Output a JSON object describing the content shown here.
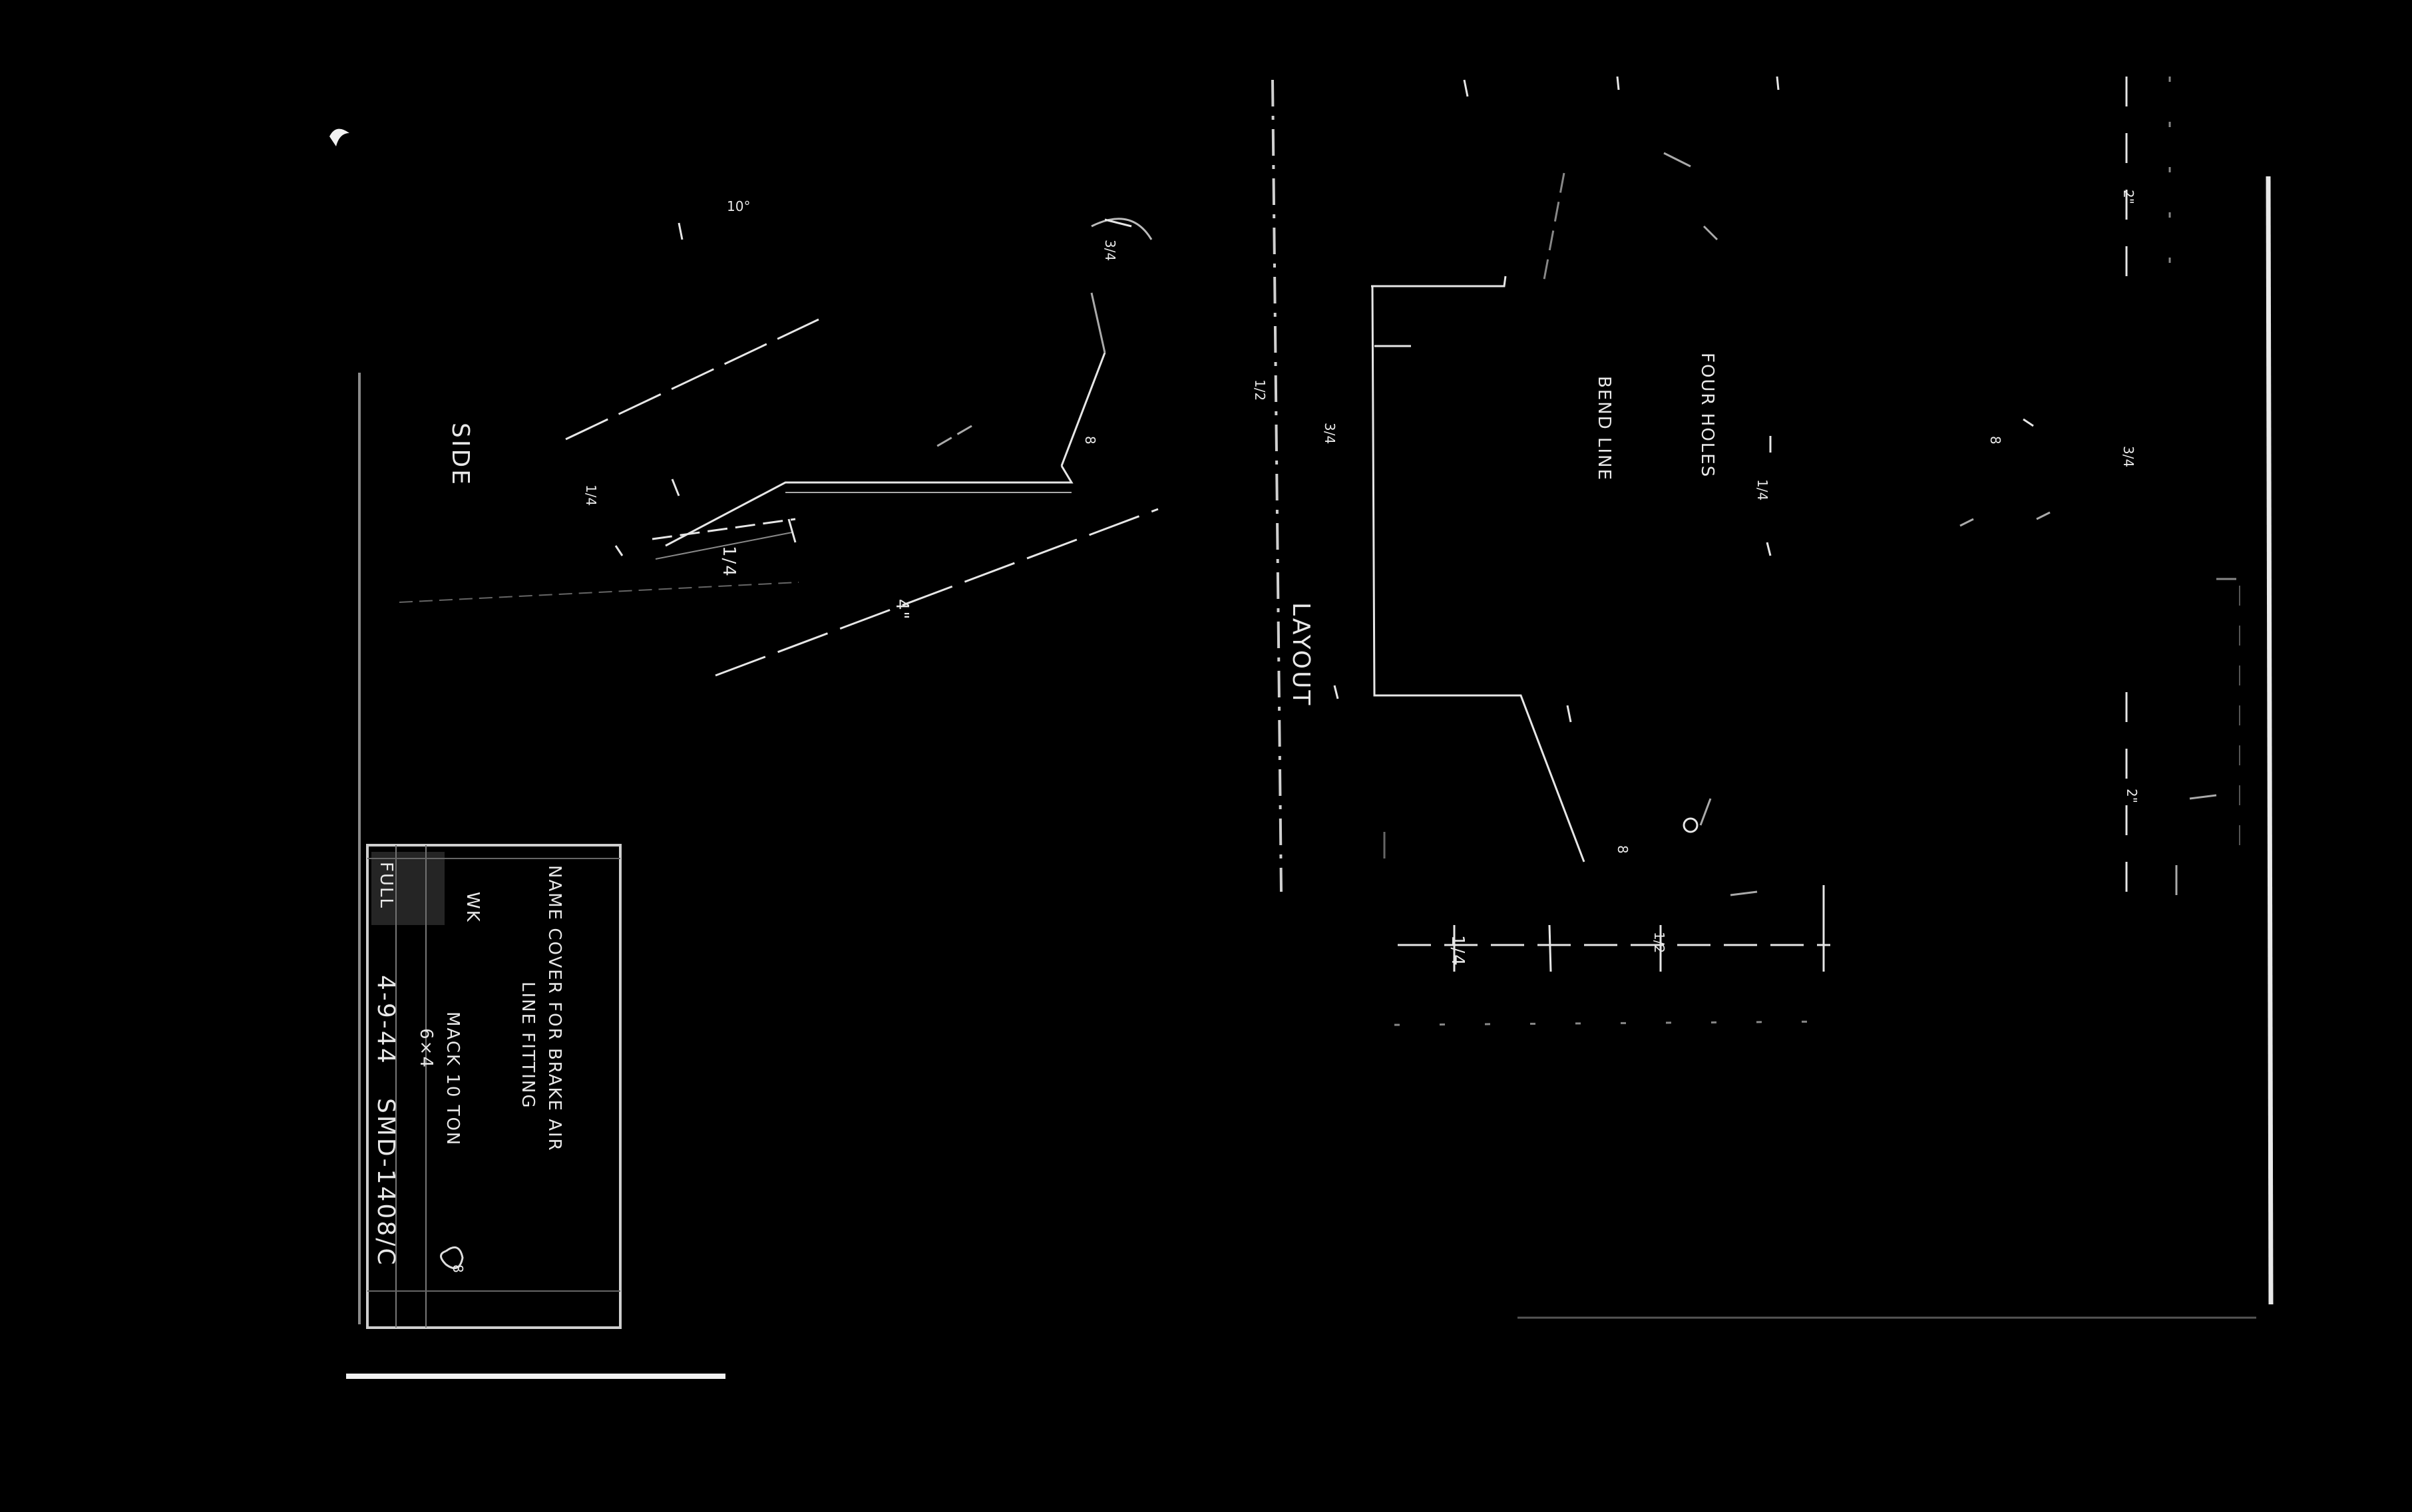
{
  "views": {
    "side_label": "SIDE",
    "layout_label": "LAYOUT"
  },
  "dimensions": {
    "side_angle": "10°",
    "side_four": "4\"",
    "side_quarter_a": "1/4",
    "side_quarter_b": "1/4",
    "side_eight": "8",
    "side_r": "3/4",
    "layout_three_quarter": "3/4",
    "layout_half": "1/2",
    "layout_holes": "FOUR HOLES",
    "layout_bend": "BEND LINE",
    "layout_quarter": "1/4",
    "layout_top_two": "2\"",
    "layout_right_two": "2\"",
    "layout_right_frac": "3/4",
    "layout_bottom_quarter": "1/4",
    "layout_bottom_half": "1/2",
    "layout_eight_a": "8",
    "layout_eight_b": "8"
  },
  "title_block": {
    "name_line1": "NAME COVER FOR BRAKE AIR",
    "name_line2": "LINE FITTING",
    "initials": "WK",
    "vehicle_line1": "MACK 10 TON",
    "vehicle_line2": "6×4",
    "scale": "FULL",
    "date": "4-9-44",
    "drawing_number": "SMD-1408/C",
    "revision": "8"
  },
  "colors": {
    "background": "#000000",
    "line": "#e6e6e6",
    "faint_line": "#8a8a8a"
  }
}
